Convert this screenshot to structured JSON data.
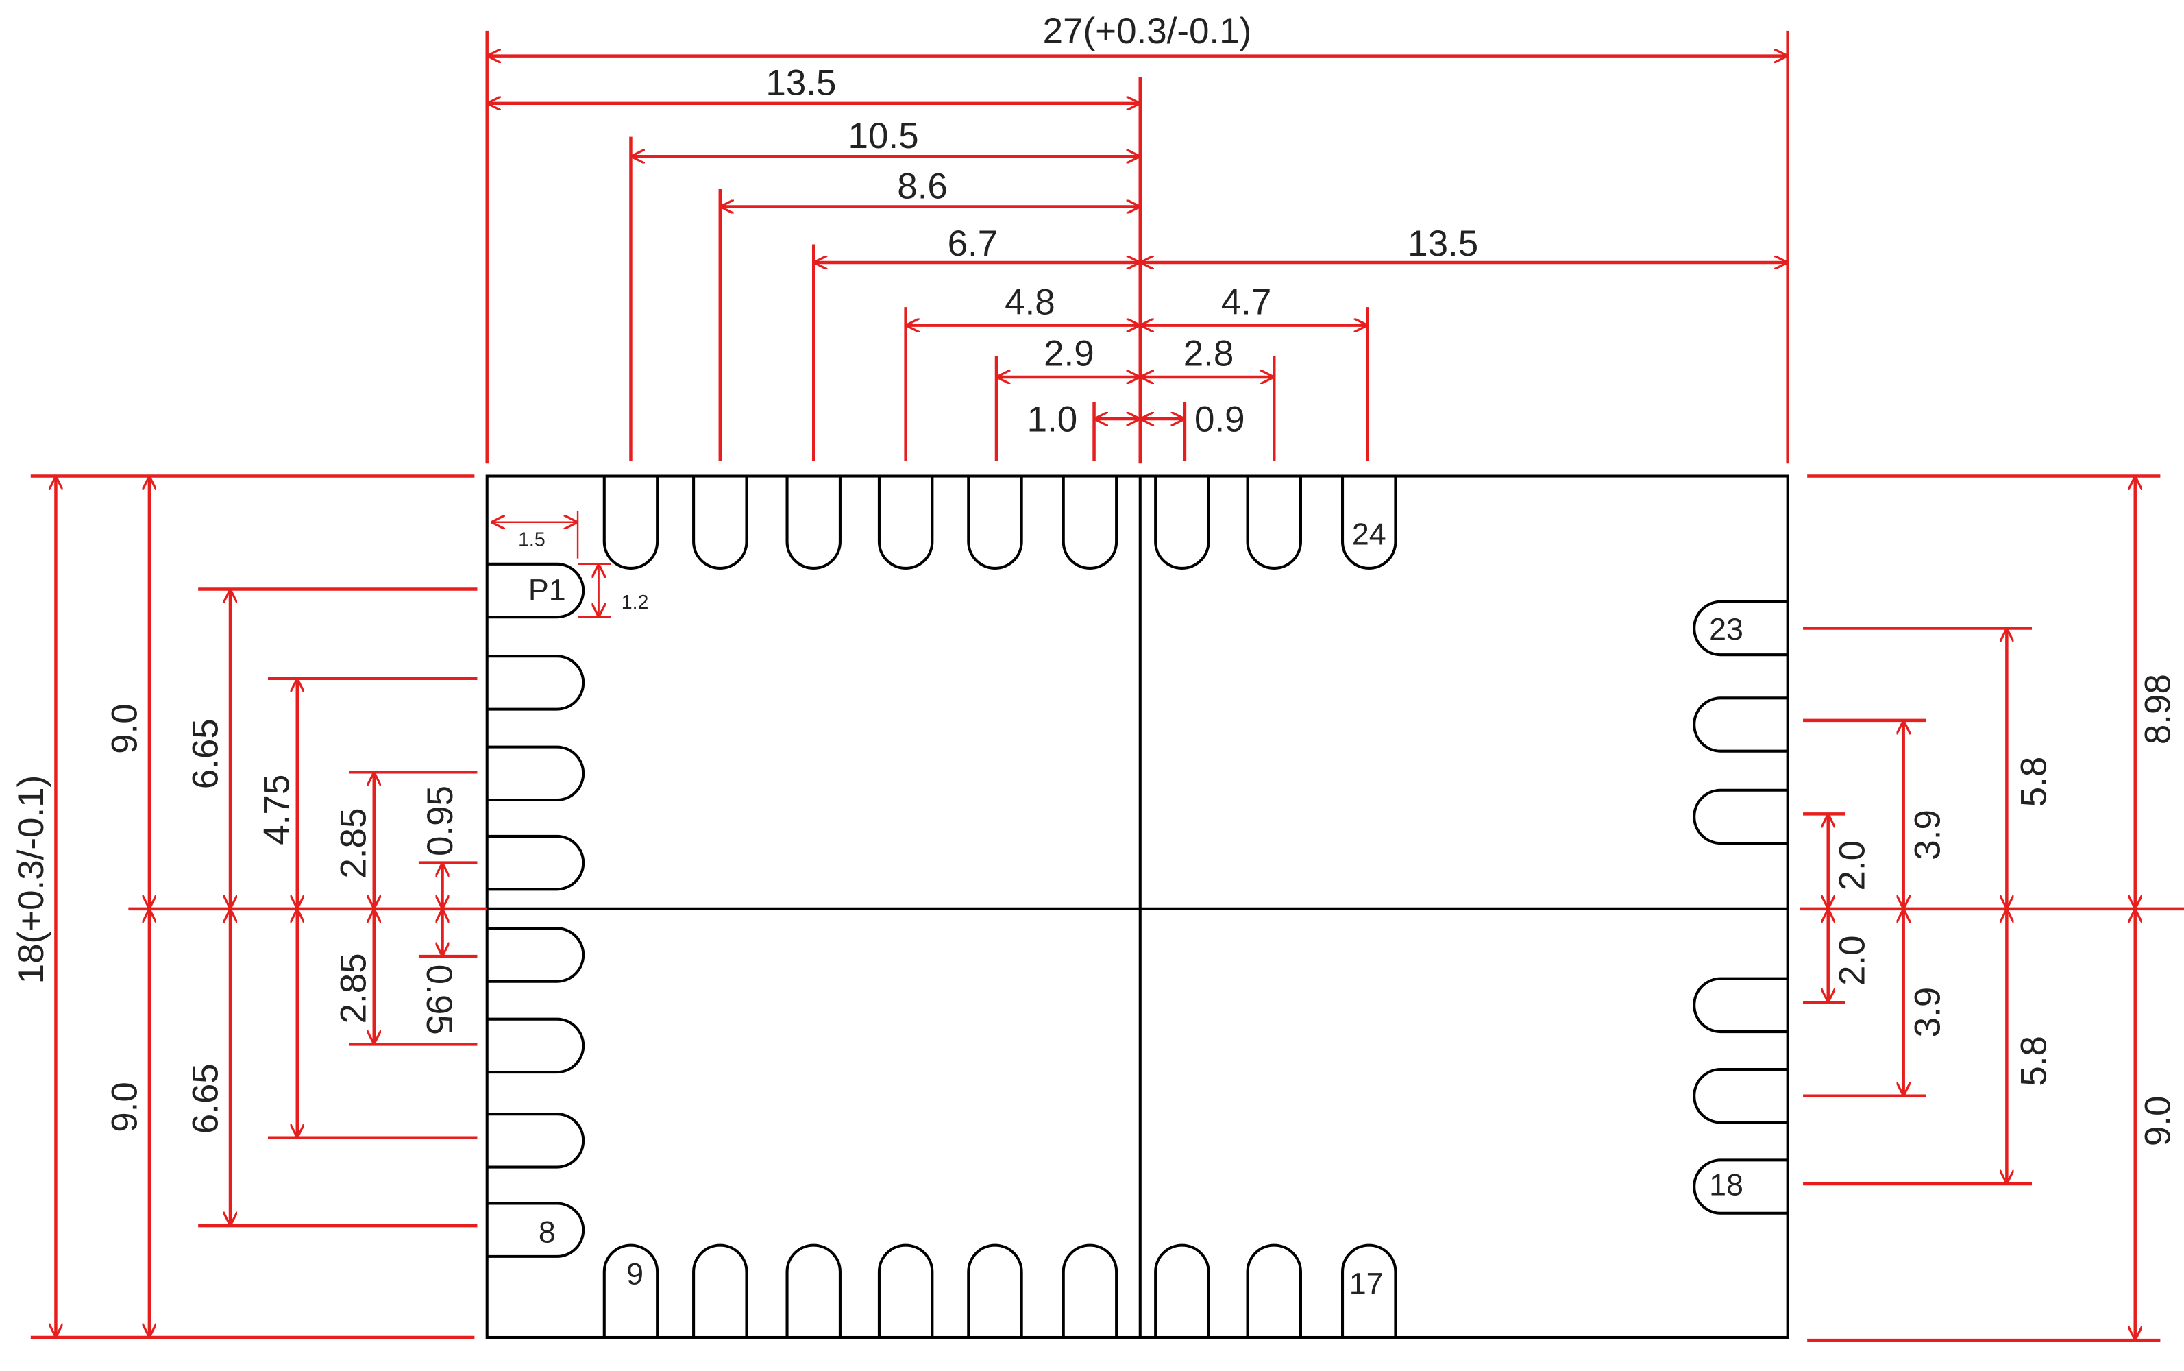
{
  "colors": {
    "dimension": "#e61e1e",
    "outline": "#000000",
    "text": "#222222"
  },
  "outline": {
    "pin1_label": "P1",
    "pin_labels": {
      "p8": "8",
      "p9": "9",
      "p17": "17",
      "p18": "18",
      "p23": "23",
      "p24": "24"
    }
  },
  "dimensions": {
    "overall_width": "27(+0.3/-0.1)",
    "overall_height": "18(+0.3/-0.1)",
    "top": {
      "left_half": "13.5",
      "p10_5": "10.5",
      "p8_6": "8.6",
      "p6_7": "6.7",
      "p4_8": "4.8",
      "p2_9": "2.9",
      "p1_0": "1.0",
      "right_half": "13.5",
      "r4_7": "4.7",
      "r2_8": "2.8",
      "r0_9": "0.9"
    },
    "pin_detail": {
      "pin_length": "1.5",
      "pin_width": "1.2"
    },
    "left": {
      "upper_half": "9.0",
      "lower_half": "9.0",
      "u6_65": "6.65",
      "l6_65": "6.65",
      "u4_75": "4.75",
      "u2_85": "2.85",
      "l2_85": "2.85",
      "u0_95": "0.95",
      "l0_95": "0.95"
    },
    "right": {
      "upper_half": "8.98",
      "lower_half": "9.0",
      "u5_8": "5.8",
      "l5_8": "5.8",
      "u3_9": "3.9",
      "l3_9": "3.9",
      "u2_0": "2.0",
      "l2_0": "2.0"
    }
  }
}
